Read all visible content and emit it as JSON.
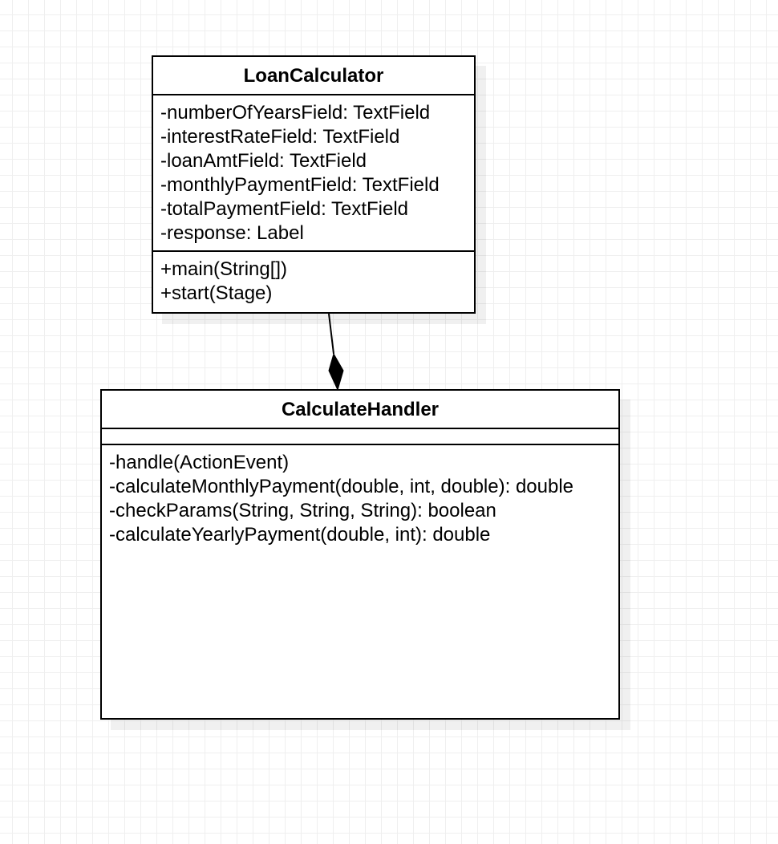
{
  "diagram": {
    "type": "uml-class-diagram",
    "background": "grid",
    "colors": {
      "stroke": "#000000",
      "fill": "#ffffff",
      "grid": "#efefef"
    },
    "classes": {
      "loan_calculator": {
        "name": "LoanCalculator",
        "attributes": [
          "-numberOfYearsField: TextField",
          "-interestRateField: TextField",
          "-loanAmtField: TextField",
          "-monthlyPaymentField: TextField",
          "-totalPaymentField: TextField",
          "-response: Label"
        ],
        "methods": [
          "+main(String[])",
          "+start(Stage)"
        ]
      },
      "calculate_handler": {
        "name": "CalculateHandler",
        "attributes": [],
        "methods": [
          "-handle(ActionEvent)",
          "-calculateMonthlyPayment(double, int, double): double",
          "-checkParams(String, String, String): boolean",
          "-calculateYearlyPayment(double, int): double"
        ]
      }
    },
    "relationships": [
      {
        "type": "composition",
        "whole": "CalculateHandler",
        "part": "LoanCalculator",
        "marker": "filled-diamond"
      }
    ]
  }
}
